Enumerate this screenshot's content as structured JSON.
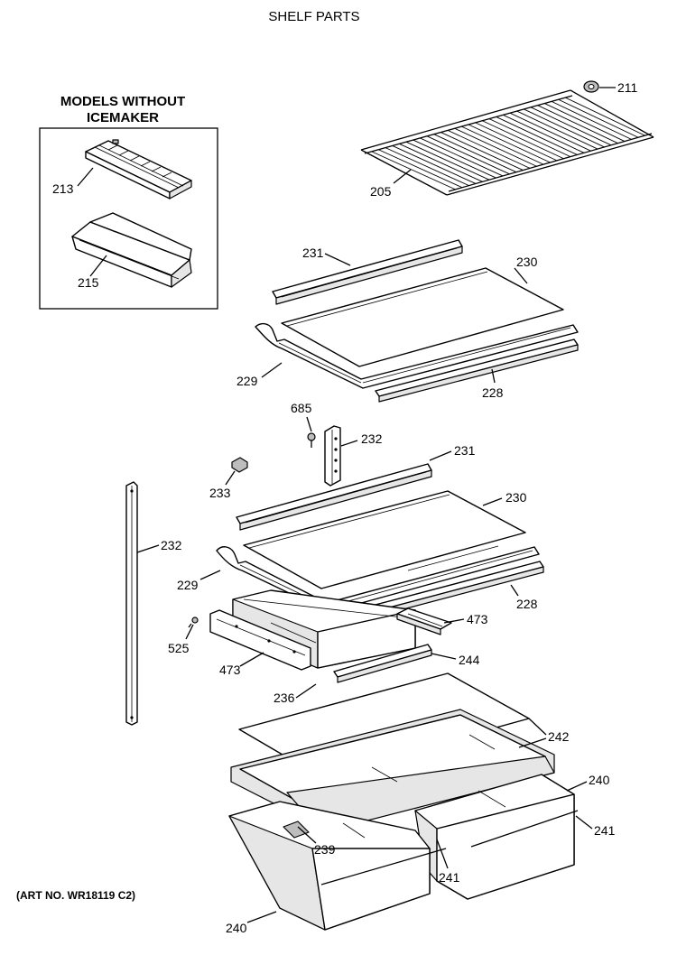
{
  "title": "SHELF PARTS",
  "inset": {
    "title_line1": "MODELS WITHOUT",
    "title_line2": "ICEMAKER"
  },
  "art_no": "(ART NO. WR18119 C2)",
  "labels": {
    "p211": "211",
    "p205": "205",
    "p213": "213",
    "p215": "215",
    "p231a": "231",
    "p230a": "230",
    "p229a": "229",
    "p228a": "228",
    "p685": "685",
    "p232a": "232",
    "p231b": "231",
    "p233": "233",
    "p230b": "230",
    "p232b": "232",
    "p229b": "229",
    "p228b": "228",
    "p473a": "473",
    "p525": "525",
    "p244": "244",
    "p473b": "473",
    "p236": "236",
    "p242": "242",
    "p240a": "240",
    "p241a": "241",
    "p239": "239",
    "p241b": "241",
    "p240b": "240"
  }
}
